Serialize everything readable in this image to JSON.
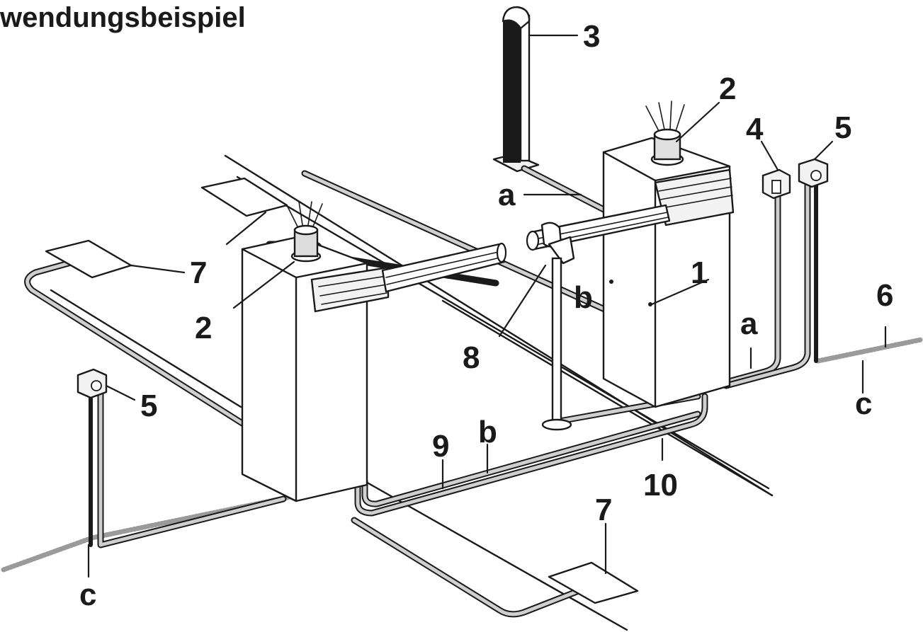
{
  "heading": "wendungsbeispiel",
  "labels": {
    "n1": "1",
    "n2_right": "2",
    "n2_left": "2",
    "n3": "3",
    "n4": "4",
    "n5_right": "5",
    "n5_left": "5",
    "n6": "6",
    "n7_top": "7",
    "n7_bottom": "7",
    "n8": "8",
    "n9": "9",
    "n10": "10",
    "a_top": "a",
    "a_right": "a",
    "b_post": "b",
    "b_ground": "b",
    "c_right": "c",
    "c_left": "c"
  }
}
